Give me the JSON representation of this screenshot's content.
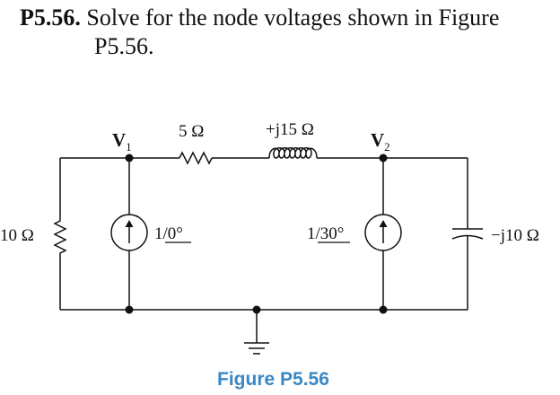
{
  "problem": {
    "number": "P5.56.",
    "line1": "Solve for the node voltages shown in Figure",
    "line2": "P5.56."
  },
  "circuit": {
    "node_v1": {
      "main": "V",
      "sub": "1"
    },
    "node_v2": {
      "main": "V",
      "sub": "2"
    },
    "resistor_series": "5 Ω",
    "inductor": "+j15 Ω",
    "resistor_left": "10 Ω",
    "source_left": "1/0°",
    "source_right": "1/30°",
    "capacitor": "−j10 Ω"
  },
  "figure_caption": "Figure P5.56"
}
